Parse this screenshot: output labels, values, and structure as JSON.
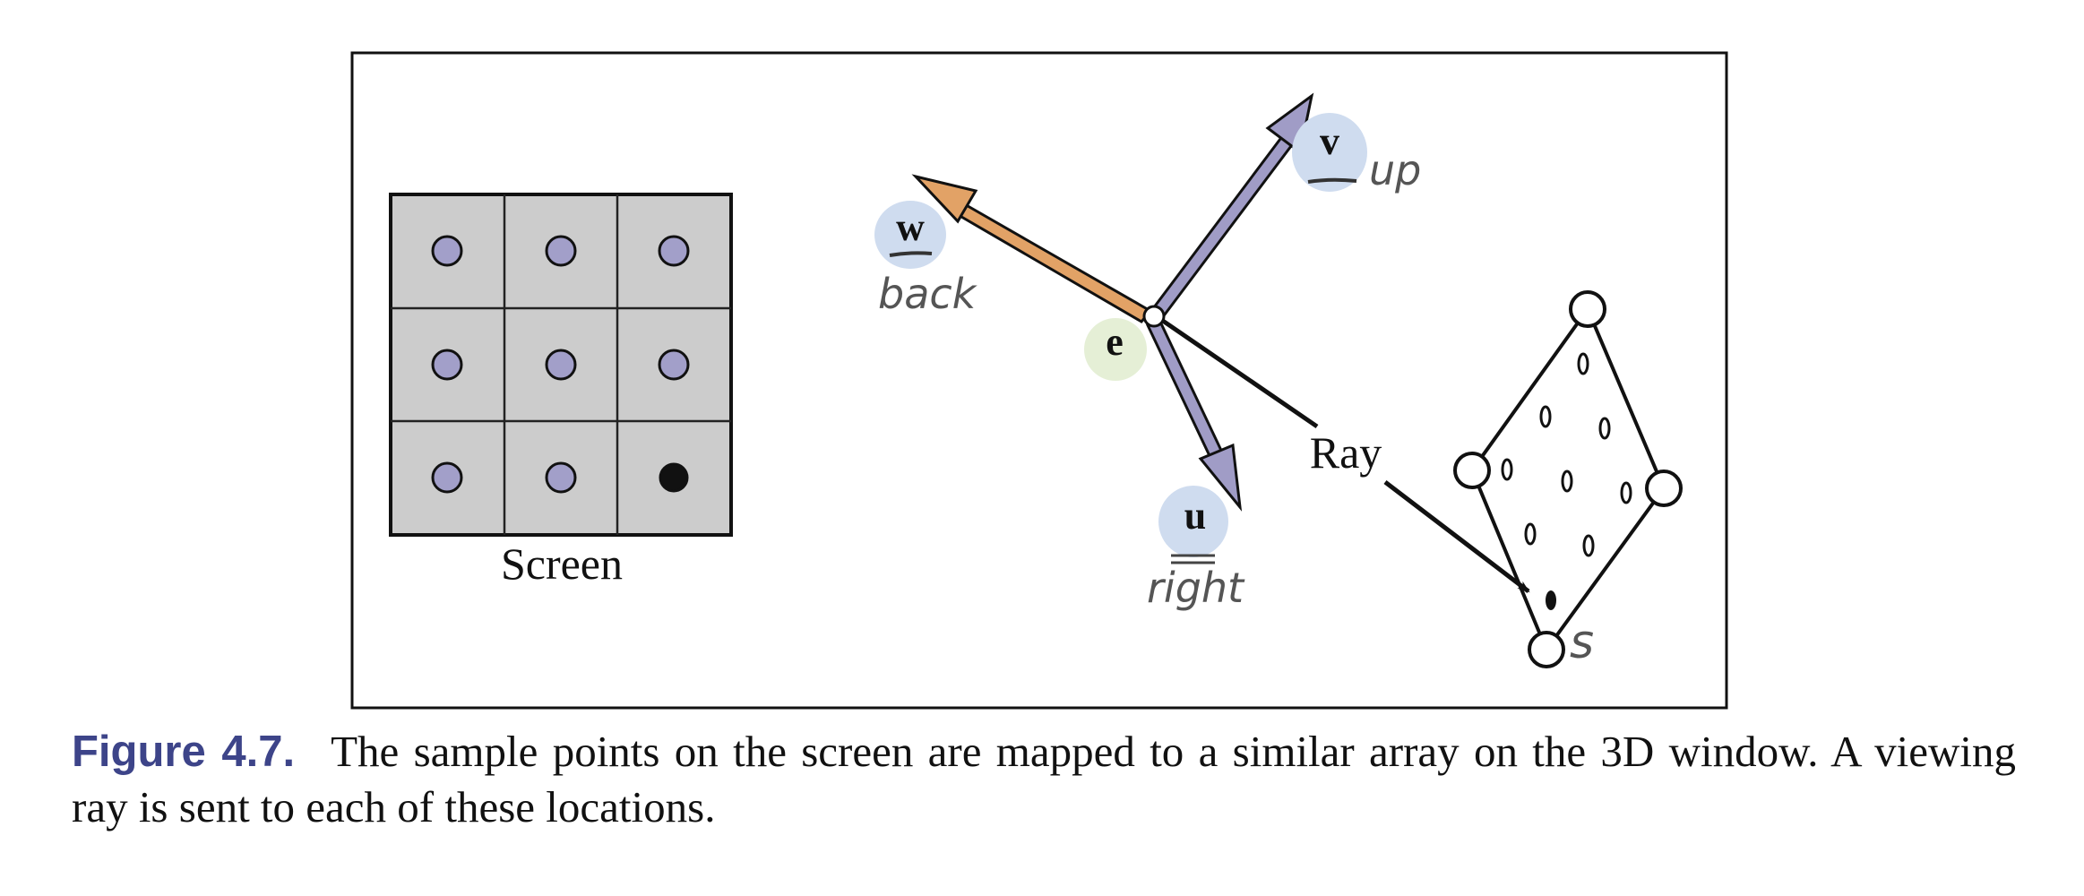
{
  "diagram": {
    "screen_label": "Screen",
    "ray_label": "Ray",
    "eye_label": "e",
    "vectors": {
      "w": {
        "symbol": "w",
        "note": "back"
      },
      "v": {
        "symbol": "v",
        "note": "up"
      },
      "u": {
        "symbol": "u",
        "note": "right"
      }
    },
    "sample_note": "s",
    "colors": {
      "sample_fill": "#a29fc9",
      "highlight_fill": "#111111",
      "screen_cell": "#cccccc",
      "arrow_back": "#e2a266",
      "arrow_basis": "#a09cc6",
      "vector_bubble": "#cfdcef",
      "eye_bubble": "#e5efd6",
      "caption_label": "#3d4489"
    }
  },
  "caption": {
    "label": "Figure 4.7.",
    "text": "The sample points on the screen are mapped to a similar array on the 3D window. A viewing ray is sent to each of these locations."
  }
}
